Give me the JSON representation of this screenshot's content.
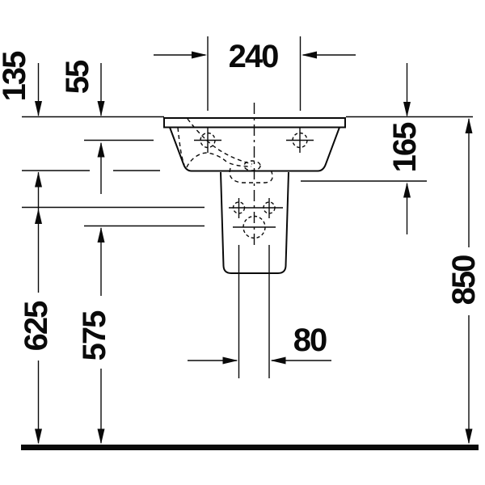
{
  "drawing": {
    "title": "Washbasin with pedestal - front elevation technical drawing",
    "units": "mm",
    "line_color": "#0a0a0a",
    "background_color": "#ffffff"
  },
  "dims": {
    "faucet_hole_spacing": {
      "value": "240",
      "orientation": "horizontal"
    },
    "rim_to_faucet_center": {
      "value": "55",
      "orientation": "vertical"
    },
    "rim_to_basin_bottom": {
      "value": "135",
      "orientation": "vertical"
    },
    "rim_to_siphon_reference": {
      "value": "165",
      "orientation": "vertical"
    },
    "rim_height_above_floor": {
      "value": "850",
      "orientation": "vertical"
    },
    "upper_fixing_hole_height": {
      "value": "625",
      "orientation": "vertical"
    },
    "lower_fixing_hole_height": {
      "value": "575",
      "orientation": "vertical"
    },
    "outlet_hole_spacing": {
      "value": "80",
      "orientation": "horizontal"
    }
  }
}
